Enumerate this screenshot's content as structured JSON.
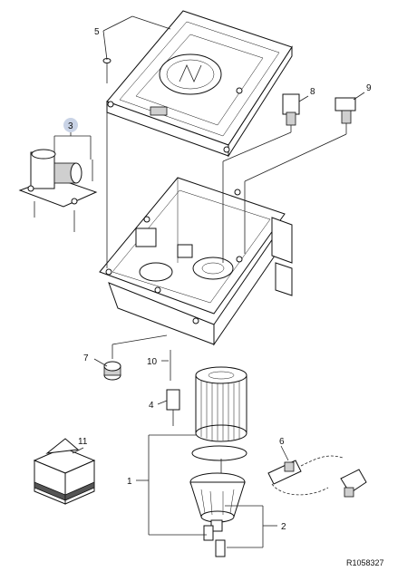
{
  "callouts": {
    "c1": "1",
    "c2": "2",
    "c3": "3",
    "c4": "4",
    "c5": "5",
    "c6": "6",
    "c7": "7",
    "c8": "8",
    "c9": "9",
    "c10": "10",
    "c11": "11"
  },
  "reference": "R1058327",
  "colors": {
    "highlight_circle": "#c9d3e6",
    "line": "#222222",
    "shade": "#cfcfcf"
  }
}
